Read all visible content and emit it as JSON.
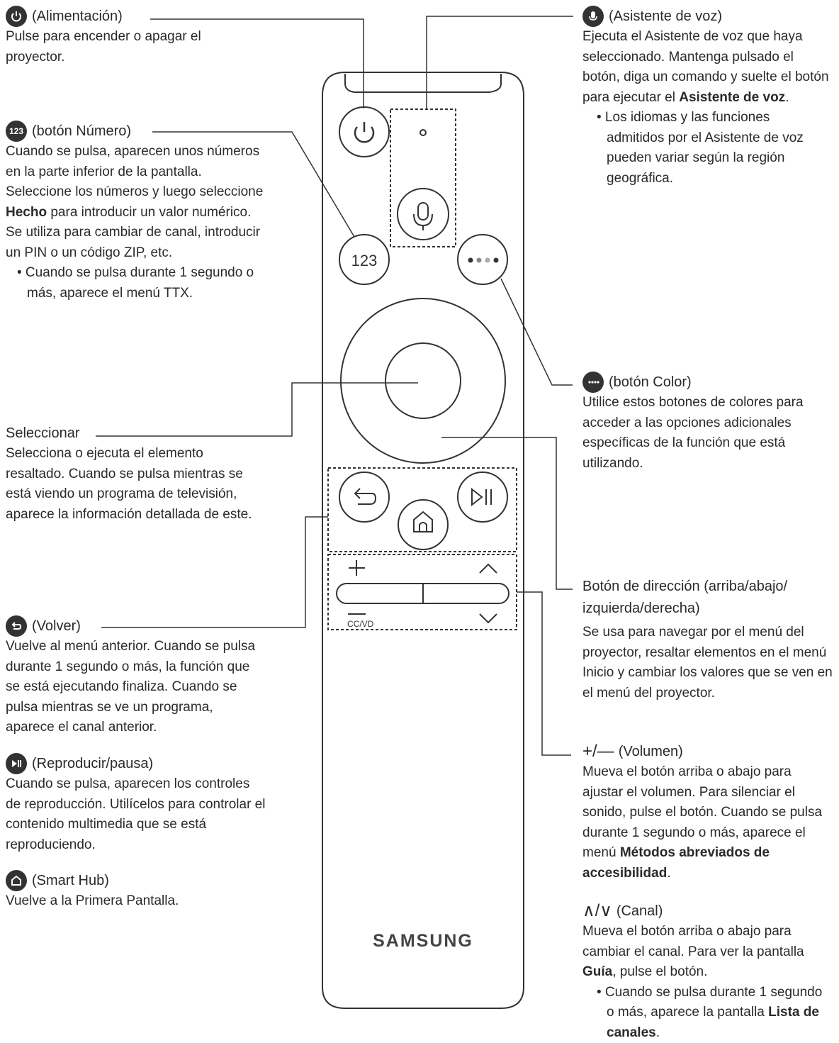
{
  "power": {
    "title": "(Alimentación)",
    "desc": "Pulse para encender o apagar el proyector."
  },
  "number": {
    "icon_text": "123",
    "title": "(botón Número)",
    "desc_1": "Cuando se pulsa, aparecen unos números en la parte inferior de la pantalla. Seleccione los números y luego seleccione ",
    "desc_bold": "Hecho",
    "desc_2": " para introducir un valor numérico. Se utiliza para cambiar de canal, introducir un PIN o un código ZIP, etc.",
    "bullet": "• Cuando se pulsa durante 1 segundo o más, aparece el menú TTX."
  },
  "select": {
    "title": "Seleccionar",
    "desc": "Selecciona o ejecuta el elemento resaltado. Cuando se pulsa mientras se está viendo un programa de televisión, aparece la información detallada de este."
  },
  "back": {
    "title": "(Volver)",
    "desc": "Vuelve al menú anterior. Cuando se pulsa durante 1 segundo o más, la función que se está ejecutando finaliza. Cuando se pulsa mientras se ve un programa, aparece el canal anterior."
  },
  "play": {
    "title": "(Reproducir/pausa)",
    "desc": "Cuando se pulsa, aparecen los controles de reproducción. Utilícelos para controlar el contenido multimedia que se está reproduciendo."
  },
  "smarthub": {
    "title": "(Smart Hub)",
    "desc": "Vuelve a la Primera Pantalla."
  },
  "voice": {
    "title": "(Asistente de voz)",
    "desc_1": "Ejecuta el Asistente de voz que haya seleccionado. Mantenga pulsado el botón, diga un comando y suelte el botón para ejecutar el ",
    "desc_bold": "Asistente de voz",
    "desc_2": ".",
    "bullet": "• Los idiomas y las funciones admitidos por el Asistente de voz pueden variar según la región geográfica."
  },
  "color": {
    "title": "(botón Color)",
    "desc": "Utilice estos botones de colores para acceder a las opciones adicionales específicas de la función que está utilizando."
  },
  "direction": {
    "title": "Botón de dirección (arriba/abajo/ izquierda/derecha)",
    "desc": "Se usa para navegar por el menú del proyector, resaltar elementos en el menú Inicio y cambiar los valores que se ven en el menú del proyector."
  },
  "volume": {
    "symbol": "+/—",
    "title": "(Volumen)",
    "desc_1": "Mueva el botón arriba o abajo para ajustar el volumen. Para silenciar el sonido, pulse el botón. Cuando se pulsa durante 1 segundo o más, aparece el menú ",
    "desc_bold": "Métodos abreviados de accesibilidad",
    "desc_2": "."
  },
  "channel": {
    "symbol": "∧/∨",
    "title": "(Canal)",
    "desc_1": "Mueva el botón arriba o abajo para cambiar el canal. Para ver la pantalla ",
    "desc_bold": "Guía",
    "desc_2": ", pulse el botón.",
    "bullet_1": "• Cuando se pulsa durante 1 segundo o más, aparece la pantalla ",
    "bullet_bold": "Lista de canales",
    "bullet_2": "."
  },
  "remote": {
    "brand": "SAMSUNG",
    "number_label": "123",
    "cc_label": "CC/VD"
  }
}
